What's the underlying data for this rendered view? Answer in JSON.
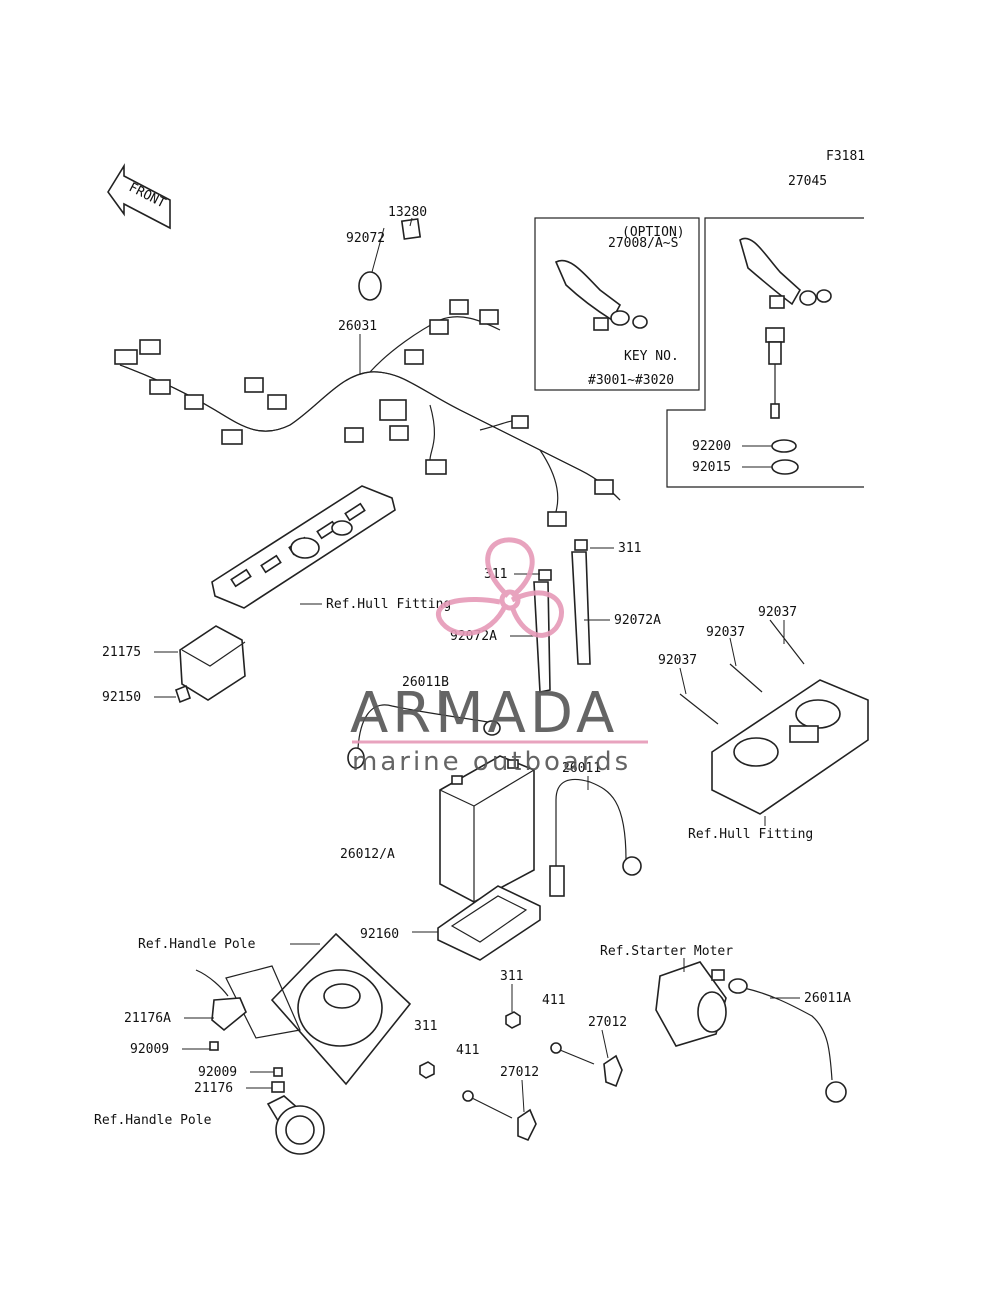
{
  "code": "F3181",
  "front_label": "FRONT",
  "watermark": {
    "brand": "ARMADA",
    "tagline": "marine outboards",
    "accent_color": "#e69ab8",
    "text_color": "#555555"
  },
  "labels": {
    "p27045": "27045",
    "p13280": "13280",
    "p92072": "92072",
    "p26031": "26031",
    "option": "(OPTION)",
    "p27008": "27008/A~S",
    "key_no": "KEY NO.",
    "key_range": "#3001~#3020",
    "p92200": "92200",
    "p92015": "92015",
    "p311a": "311",
    "p311b": "311",
    "p92072a_1": "92072A",
    "p92072a_2": "92072A",
    "ref_hull_1": "Ref.Hull Fitting",
    "p21175": "21175",
    "p92150": "92150",
    "p26011b": "26011B",
    "p26011": "26011",
    "p92037_1": "92037",
    "p92037_2": "92037",
    "p92037_3": "92037",
    "ref_hull_2": "Ref.Hull Fitting",
    "p26012": "26012/A",
    "p92160": "92160",
    "ref_handle_1": "Ref.Handle Pole",
    "ref_starter": "Ref.Starter Moter",
    "p311c": "311",
    "p411a": "411",
    "p311d": "311",
    "p27012a": "27012",
    "p26011a": "26011A",
    "p21176a": "21176A",
    "p92009a": "92009",
    "p411b": "411",
    "p92009b": "92009",
    "p21176": "21176",
    "p27012b": "27012",
    "ref_handle_2": "Ref.Handle Pole"
  }
}
